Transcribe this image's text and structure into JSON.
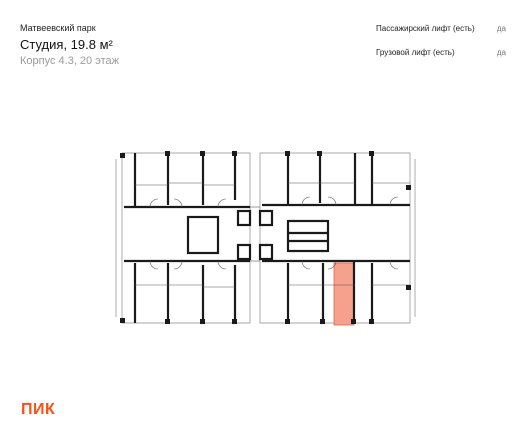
{
  "header": {
    "project_name": "Матвеевский парк",
    "apartment_title": "Студия, 19.8 м²",
    "building_floor": "Корпус 4.3, 20 этаж"
  },
  "specs": [
    {
      "label": "Пассажирский лифт (есть)",
      "value": "да"
    },
    {
      "label": "Грузовой лифт (есть)",
      "value": "да"
    }
  ],
  "colors": {
    "highlight": "#f6a08e",
    "highlight_border": "#e8624a",
    "wall": "#1a1a1a",
    "brand": "#ff4f12"
  },
  "logo": {
    "text": "ПИК"
  }
}
